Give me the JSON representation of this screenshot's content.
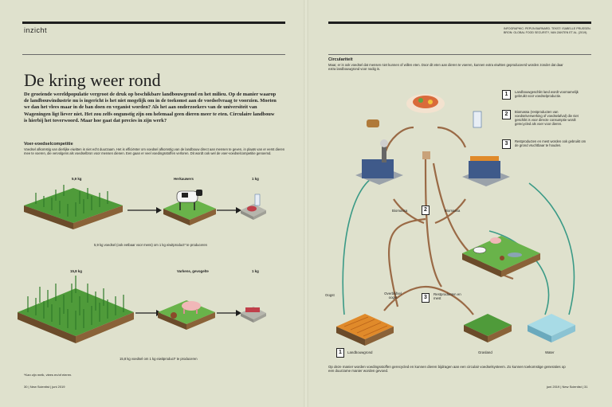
{
  "left": {
    "section": "inzicht",
    "title": "De kring weer rond",
    "intro": "De groeiende wereldpopulatie vergroot de druk op beschikbare landbouwgrond en het milieu. Op de manier waarop de landbouwindustrie nu is ingericht is het niet mogelijk om in de toekomst aan de voedselvraag te voorzien. Moeten we dan het vlees maar in de ban doen en veganist worden? Als het aan onderzoekers van de universiteit van Wageningen ligt liever niet. Het zou zelfs ongunstig zijn om helemaal geen dieren meer te eten. Circulaire landbouw is hierbij het toverwoord. Maar hoe gaat dat precies in zijn werk?",
    "subheading": "Voer-voedselcompetitie",
    "subtext": "Voedsel afkomstig van dierlijke eiwitten is niet echt duurzaam. Het is efficiënter om voedsel afkomstig van de landbouw direct aan mensen te geven, in plaats van er eerst dieren mee te voeren, die vervolgens als voedselbron voor mensen dienen. Een gaan er veel voedingsstoffen verloren. Dit wordt ook wel de voer-voedselcompetitie genoemd.",
    "row1": {
      "amount": "5,9 kg",
      "animal": "Herkauwers",
      "product": "1 kg",
      "caption": "5,9 kg voedsel (ook eetbaar voor mens) om 1 kg eiwitproduct* te produceren"
    },
    "row2": {
      "amount": "15,8 kg",
      "animal": "Varkens, gevogelte",
      "product": "1 kg",
      "caption": "15,8 kg voedsel om 1 kg eiwitproduct* te produceren"
    },
    "footnote": "*Kan zijn melk, vlees en/of eieren.",
    "folio": "30 | New Scientist | juni 2019"
  },
  "right": {
    "credits": "INFOGRAPHIC: PEPIJN BARNARD. TEKST: ISABELLE PRUSSEN. BRON: GLOBAL FOOD SECURITY, VAN ZANTEN ET AL. (2019).",
    "heading": "Circulariteit",
    "text": "Maar, er is ook voedsel dat mensen niet kunnen of willen eten. Door dit eten aan dieren te voeren, kunnen extra eiwitten geproduceerd worden zonder dat daar extra landbouwgrond voor nodig is.",
    "legend": [
      {
        "num": "1",
        "text": "Landbouwgeschikt land wordt voornamelijk gebruikt voor voedselproductie."
      },
      {
        "num": "2",
        "text": "Biomassa (restproducten van voedselverwerking of voedselafval) die niet geschikt is voor directe consumptie wordt gerecycled als voer voor dieren."
      },
      {
        "num": "3",
        "text": "Restproducten en mest worden ook gebruikt om de grond vruchtbaar te houden."
      }
    ],
    "labels": {
      "biomassa_left": "Biomassa",
      "biomassa_right": "Biomassa",
      "oogst": "Oogst",
      "overblijfsel": "Overblijfsel oogst",
      "restproducten": "Restproducten en mest",
      "landbouwgrond": "Landbouwgrond",
      "grasland": "Grasland",
      "water": "Water",
      "n1": "1",
      "n2": "2",
      "n3": "3"
    },
    "bottom": "Op deze manier worden voedingsstoffen gerecycled en kunnen dieren bijdragen aan een circulair voedselsysteem. Zo kunnen toekomstige generaties op een duurzame manier worden gevoed.",
    "folio": "juni 2019 | New Scientist | 31"
  }
}
